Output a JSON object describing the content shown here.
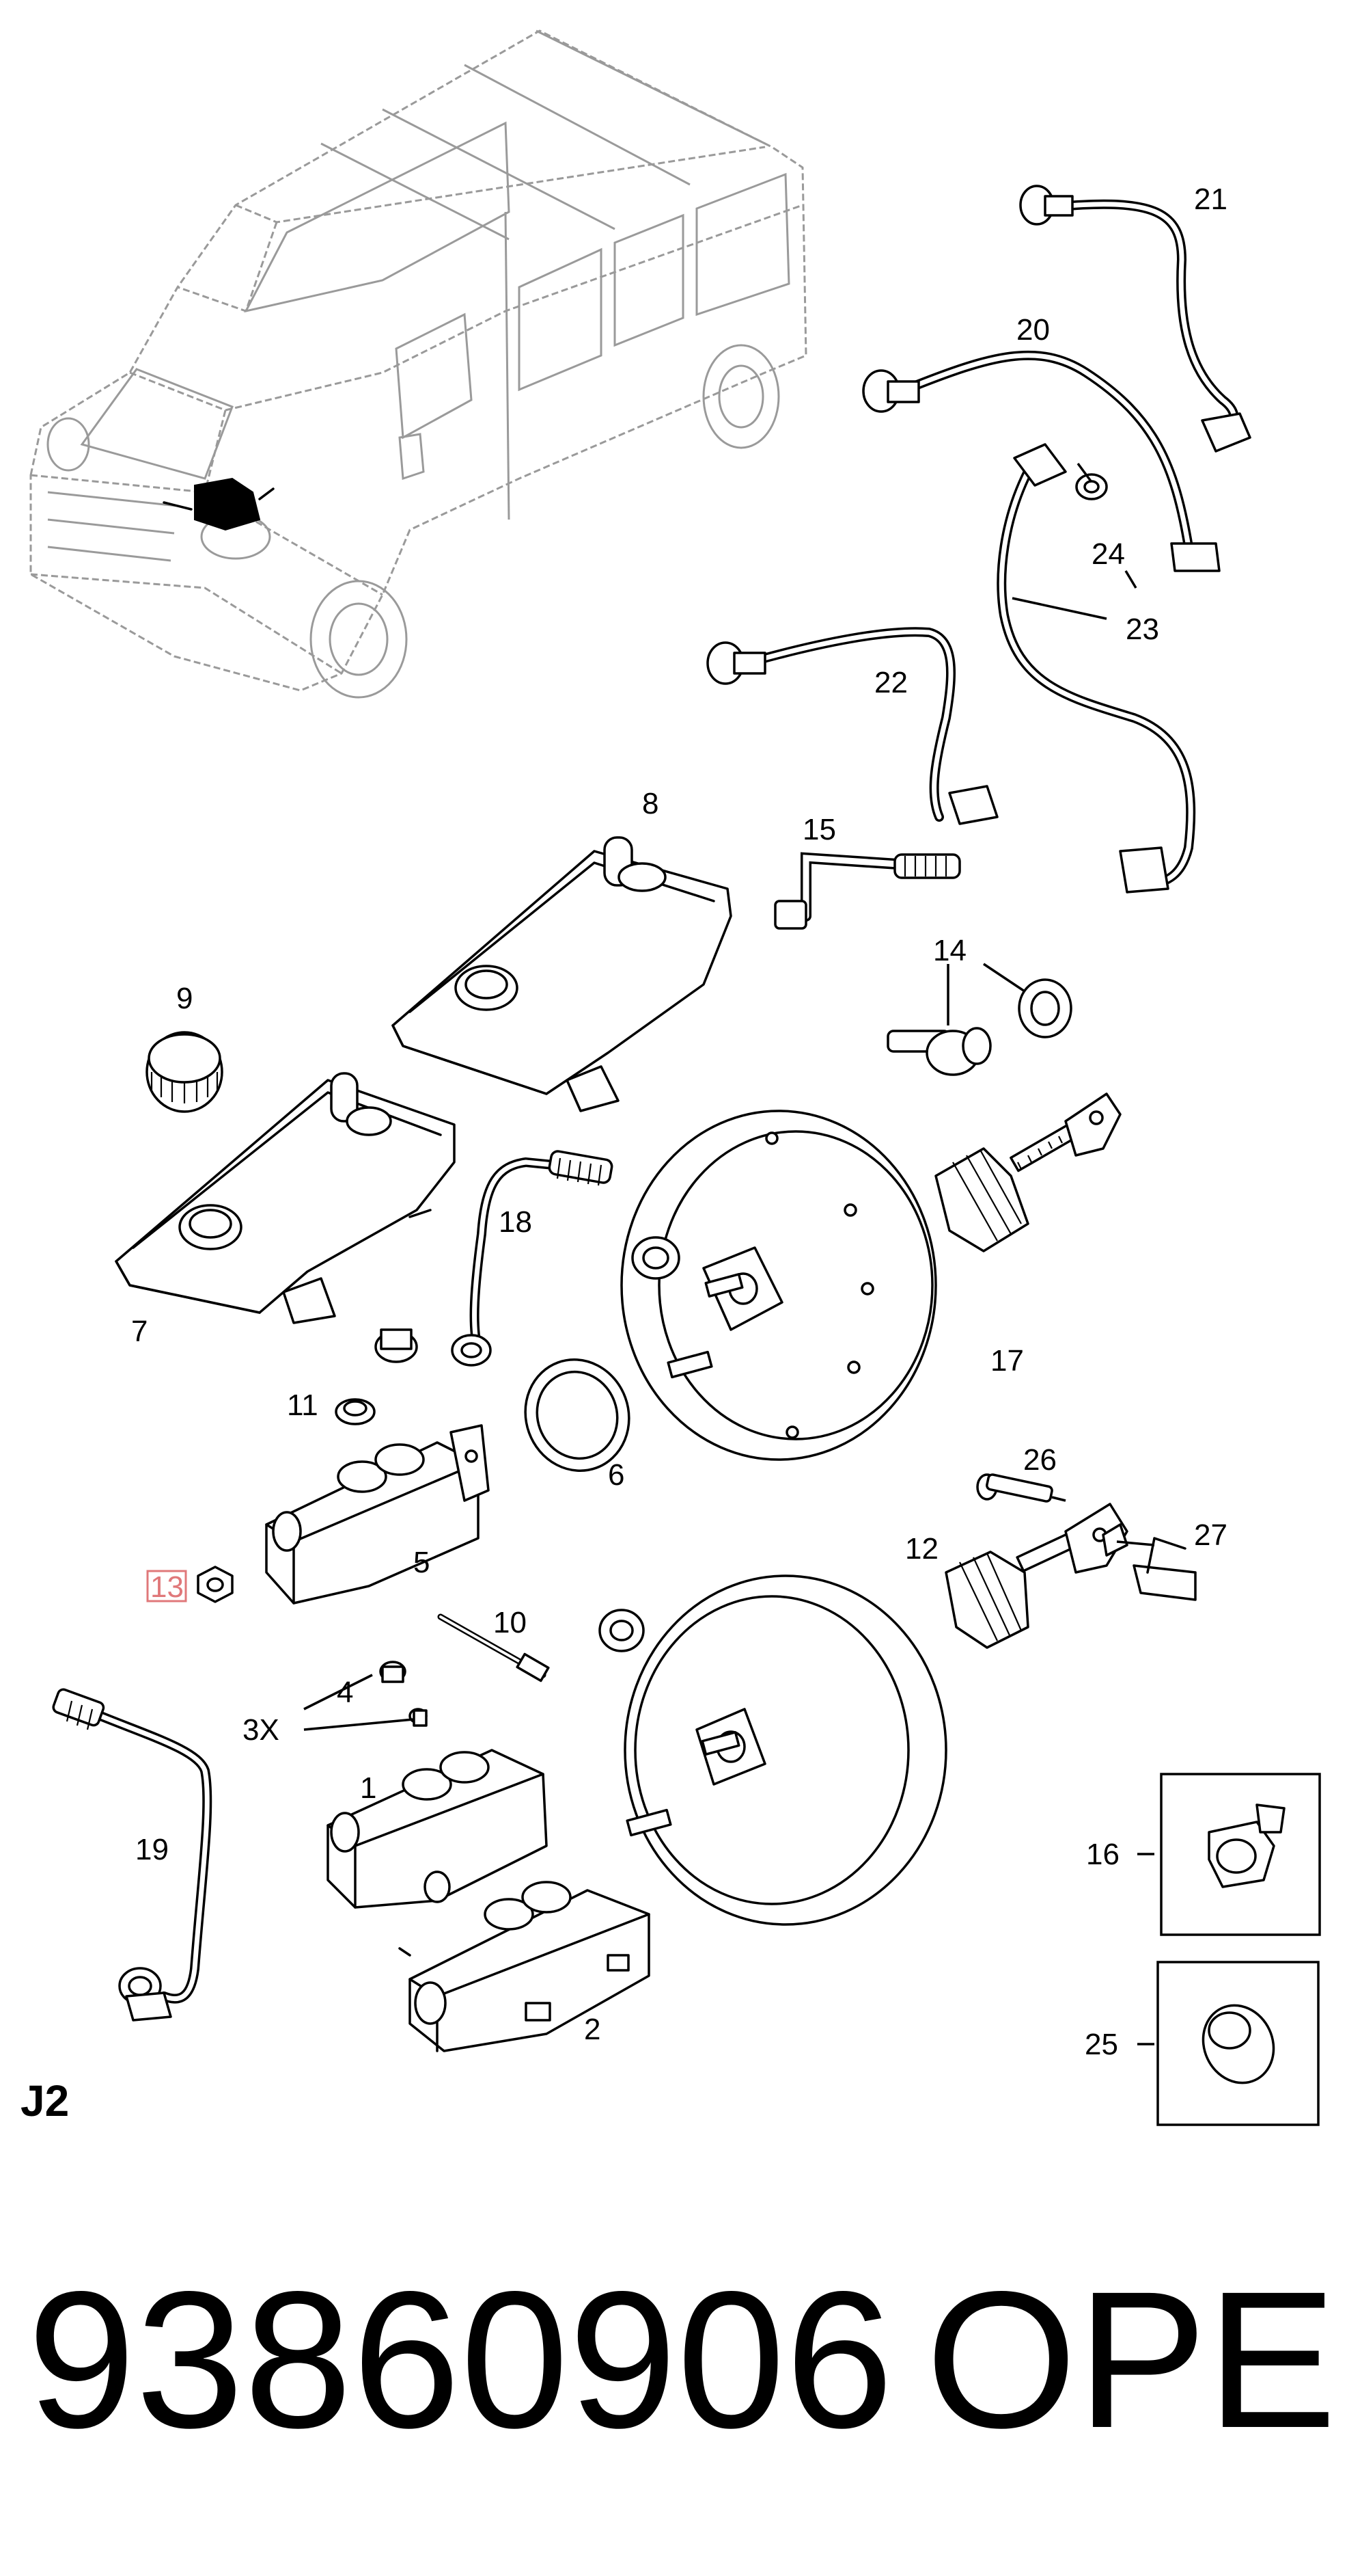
{
  "diagram": {
    "section_label": "J2",
    "part_number": "93860906",
    "brand": "OPEL",
    "callouts": [
      "1",
      "2",
      "3X",
      "4",
      "5",
      "6",
      "7",
      "8",
      "9",
      "10",
      "11",
      "12",
      "13",
      "14",
      "15",
      "16",
      "17",
      "18",
      "19",
      "20",
      "21",
      "22",
      "23",
      "24",
      "25",
      "26",
      "27"
    ],
    "highlighted_callout": "13",
    "highlight_color": "#e0787a"
  }
}
